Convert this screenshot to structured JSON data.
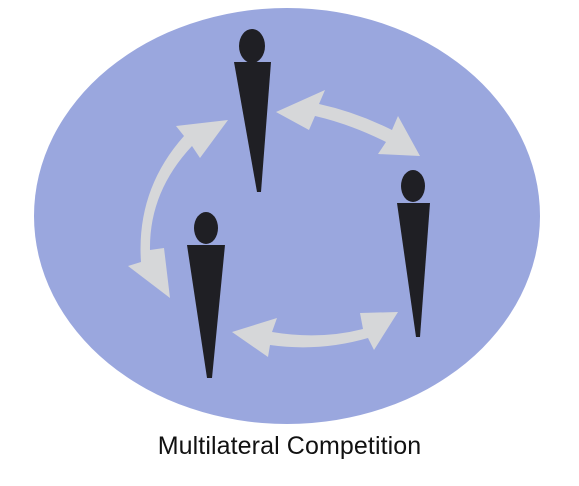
{
  "diagram": {
    "caption": "Multilateral Competition",
    "colors": {
      "ellipse_fill": "#9aa7de",
      "figure_fill": "#1f1f24",
      "arrow_fill": "#d6d7d9"
    },
    "figures": [
      {
        "name": "figure-top"
      },
      {
        "name": "figure-right"
      },
      {
        "name": "figure-left"
      }
    ],
    "arrows": [
      {
        "name": "arrow-top-right",
        "style": "double-headed"
      },
      {
        "name": "arrow-right-left",
        "style": "double-headed"
      },
      {
        "name": "arrow-left-top",
        "style": "double-headed"
      }
    ]
  }
}
